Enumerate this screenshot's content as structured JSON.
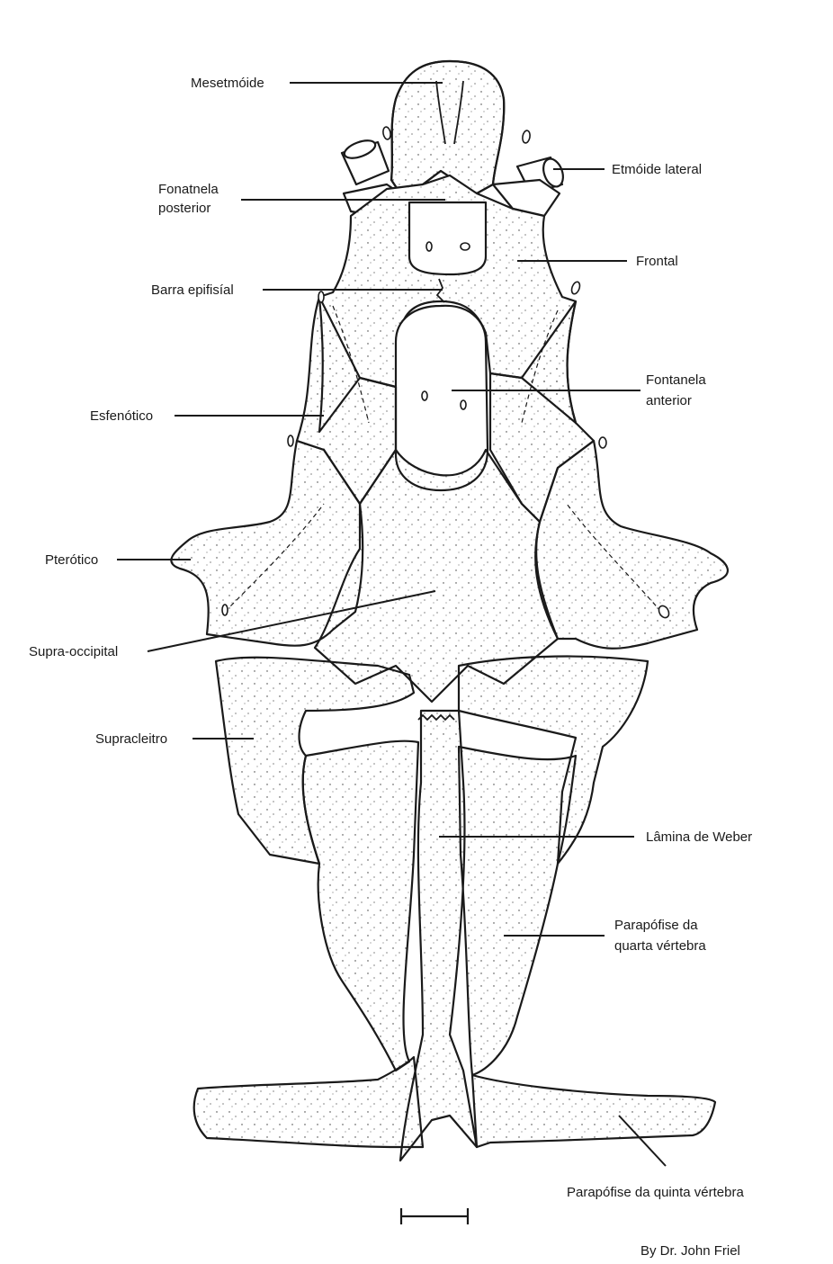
{
  "labels": {
    "mesetmoide": "Mesetmóide",
    "etmoide_lateral": "Etmóide lateral",
    "fontanela_posterior_1": "Fonatnela",
    "fontanela_posterior_2": "posterior",
    "frontal": "Frontal",
    "barra_epifisial": "Barra epifisíal",
    "fontanela_anterior_1": "Fontanela",
    "fontanela_anterior_2": "anterior",
    "esfenotico": "Esfenótico",
    "pterotico": "Pterótico",
    "supra_occipital": "Supra-occipital",
    "supracleitro": "Supracleitro",
    "lamina_weber": "Lâmina de Weber",
    "parapofise_quarta_1": "Parapófise da",
    "parapofise_quarta_2": "quarta vértebra",
    "parapofise_quinta": "Parapófise da quinta vértebra"
  },
  "credit": "By Dr. John Friel"
}
